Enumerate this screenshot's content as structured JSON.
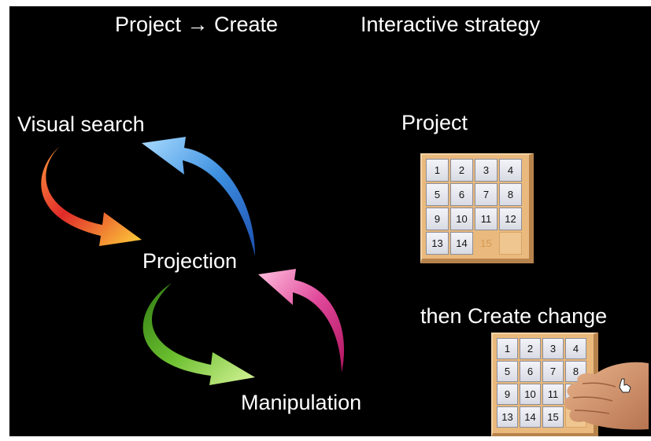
{
  "title": {
    "left": "Project →  Create",
    "right": "Interactive strategy"
  },
  "cycle": {
    "visual_search": "Visual search",
    "projection": "Projection",
    "manipulation": "Manipulation"
  },
  "right_panel": {
    "project_label": "Project",
    "then_label": "then Create change"
  },
  "puzzle_project": {
    "tiles": [
      "1",
      "2",
      "3",
      "4",
      "5",
      "6",
      "7",
      "8",
      "9",
      "10",
      "11",
      "12",
      "13",
      "14",
      "15",
      ""
    ]
  },
  "puzzle_create": {
    "tiles": [
      "1",
      "2",
      "3",
      "4",
      "5",
      "6",
      "7",
      "8",
      "9",
      "10",
      "11",
      "",
      "13",
      "14",
      "15",
      ""
    ]
  },
  "colors": {
    "background": "#000000",
    "text": "#ffffff",
    "arrow_red_orange": "#e8452c",
    "arrow_blue": "#3d8fe0",
    "arrow_green": "#5aa02c",
    "arrow_pink": "#e0489a",
    "puzzle_wood": "#e9b97d"
  },
  "icons": [
    "curved-arrow-icon",
    "hand-cursor-icon"
  ]
}
